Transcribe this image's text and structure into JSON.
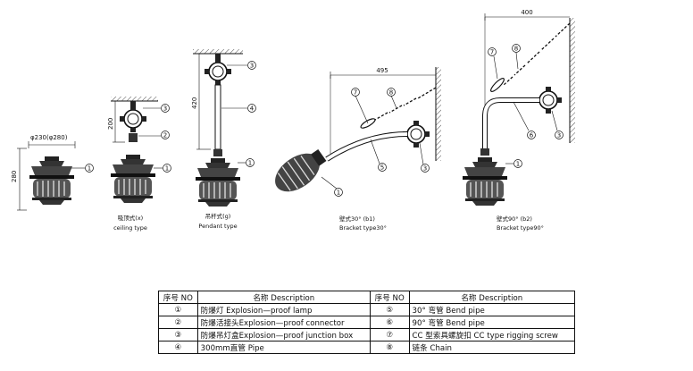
{
  "callouts": [
    "1",
    "2",
    "3",
    "4",
    "5",
    "6",
    "7",
    "8"
  ],
  "dimensions": {
    "ceiling_dia": "φ230(φ280)",
    "ceiling_height": "280",
    "mount_height": "200",
    "pipe_length": "420",
    "bracket30_reach": "495",
    "bracket90_reach": "400"
  },
  "captions": {
    "ceiling": {
      "cn": "吸顶式(x)",
      "en": "ceiling  type"
    },
    "pendant": {
      "cn": "吊杆式(g)",
      "en": "Pendant  type"
    },
    "bracket30": {
      "cn": "壁式30° (b1)",
      "en": "Bracket type30°"
    },
    "bracket90": {
      "cn": "壁式90° (b2)",
      "en": "Bracket type90°"
    }
  },
  "table": {
    "headers": [
      "序号 NO",
      "名称  Description",
      "序号 NO",
      "名称  Description"
    ],
    "rows": [
      {
        "no1": "①",
        "desc1": "防爆灯  Explosion—proof lamp",
        "no2": "⑤",
        "desc2": "30°  弯管  Bend pipe"
      },
      {
        "no1": "②",
        "desc1": "防爆活接头Explosion—proof  connector",
        "no2": "⑥",
        "desc2": "90°  弯管  Bend pipe"
      },
      {
        "no1": "③",
        "desc1": "防爆吊灯盒Explosion—proof junction box",
        "no2": "⑦",
        "desc2": "CC 型索具螺旋扣  CC type rigging screw"
      },
      {
        "no1": "④",
        "desc1": "300mm直管  Pipe",
        "no2": "⑧",
        "desc2": "链条  Chain"
      }
    ]
  }
}
